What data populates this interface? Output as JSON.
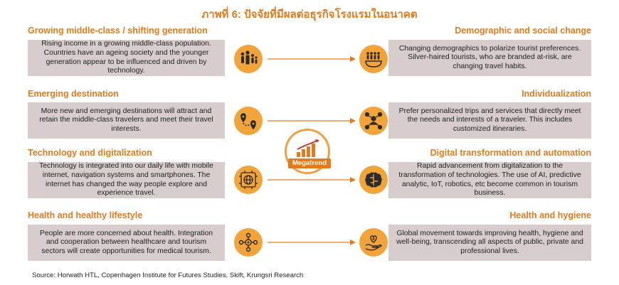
{
  "title": "ภาพที่ 6: ปัจจัยที่มีผลต่อธุรกิจโรงแรมในอนาคต",
  "center": {
    "label": "Megatrend"
  },
  "left_items": [
    {
      "heading": "Growing middle-class / shifting generation",
      "text": "Rising income in a growing middle-class population. Countries have an ageing society and the younger generation appear to be influenced and driven by technology.",
      "icon": "family-icon"
    },
    {
      "heading": "Emerging destination",
      "text": "More new and emerging destinations will attract and retain the middle-class travelers and meet their travel interests.",
      "icon": "map-pins-icon"
    },
    {
      "heading": "Technology and digitalization",
      "text": "Technology is integrated into our daily life with mobile internet, navigation systems and smartphones. The internet has changed the way people explore and experience travel.",
      "icon": "globe-circuit-icon"
    },
    {
      "heading": "Health and healthy lifestyle",
      "text": "People are more concerned about health. Integration and cooperation between healthcare and tourism sectors will create opportunities for medical tourism.",
      "icon": "health-lifestyle-icon"
    }
  ],
  "right_items": [
    {
      "heading": "Demographic and social change",
      "text": "Changing demographics to polarize tourist preferences. Silver-haired tourists, who are branded at-risk, are changing travel habits.",
      "icon": "crowd-icon"
    },
    {
      "heading": "Individualization",
      "text": "Prefer personalized trips and services that directly meet the needs and interests of a traveler. This includes customized itineraries.",
      "icon": "person-network-icon"
    },
    {
      "heading": "Digital transformation and automation",
      "text": "Rapid advancement from digitalization to the transformation of technologies. The use of AI, predictive analytic, IoT, robotics, etc become common in tourism business.",
      "icon": "ai-brain-icon"
    },
    {
      "heading": "Health and hygiene",
      "text": "Global movement towards improving health, hygiene and well-being, transcending all aspects of public, private and professional lives.",
      "icon": "hand-heart-icon"
    }
  ],
  "source": "Source: Horwath HTL, Copenhagen Institute for Futures Studies, Skift, Krungsri Research",
  "colors": {
    "accent": "#e07b1f",
    "icon_bg": "#f2a33a",
    "box_bg": "#d7cdcc"
  }
}
